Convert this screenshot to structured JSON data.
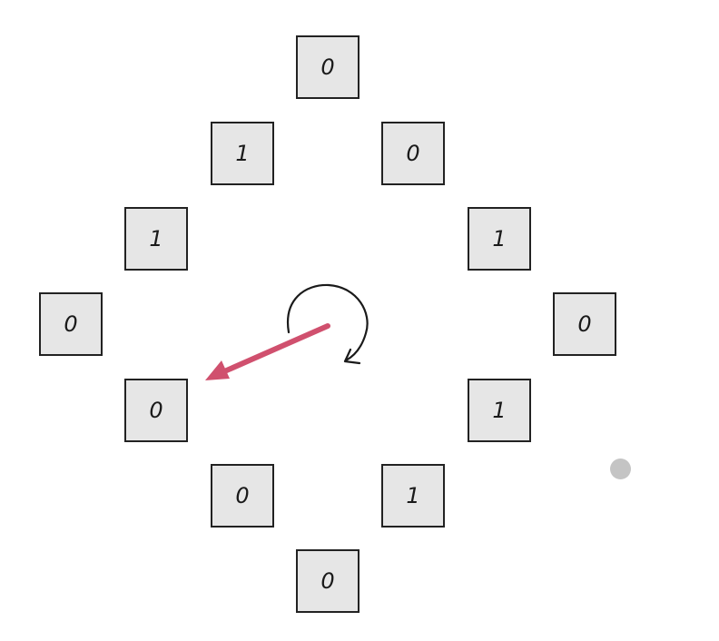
{
  "ring": {
    "cells": [
      {
        "id": "top",
        "value": "0"
      },
      {
        "id": "upper-right-1",
        "value": "0"
      },
      {
        "id": "upper-right-2",
        "value": "1"
      },
      {
        "id": "right",
        "value": "0"
      },
      {
        "id": "lower-right-1",
        "value": "1"
      },
      {
        "id": "lower-right-2",
        "value": "1"
      },
      {
        "id": "bottom",
        "value": "0"
      },
      {
        "id": "lower-left-1",
        "value": "0"
      },
      {
        "id": "lower-left-2",
        "value": "0"
      },
      {
        "id": "left",
        "value": "0"
      },
      {
        "id": "upper-left-1",
        "value": "1"
      },
      {
        "id": "upper-left-2",
        "value": "1"
      }
    ]
  },
  "colors": {
    "pointer_arrow": "#d0506e",
    "rotation_arrow": "#1a1a1a",
    "cell_fill": "#e6e6e6",
    "cell_border": "#222222",
    "marker_dot": "#c4c4c4"
  }
}
